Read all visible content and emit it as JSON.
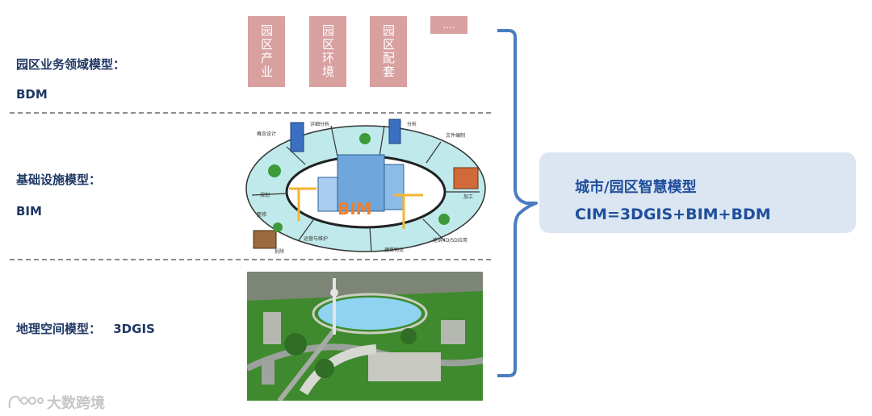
{
  "layers": {
    "bdm": {
      "title": "园区业务领域模型：",
      "abbr": "BDM"
    },
    "bim": {
      "title": "基础设施模型：",
      "abbr": "BIM"
    },
    "gis": {
      "title": "地理空间模型：",
      "abbr": "3DGIS"
    }
  },
  "bdm_boxes": [
    {
      "label": "园区产业"
    },
    {
      "label": "园区环境"
    },
    {
      "label": "园区配套"
    },
    {
      "label": "...."
    }
  ],
  "bim_ring": {
    "center_text": "BIM",
    "segments": [
      "概念设计",
      "详细分析",
      "分析",
      "文件编制",
      "加工",
      "建筑4D/5D应用",
      "建筑物流",
      "运营与维护",
      "拆除",
      "整修",
      "规划"
    ]
  },
  "cim": {
    "title": "城市/园区智慧模型",
    "formula": "CIM=3DGIS+BIM+BDM"
  },
  "watermark": {
    "text": "大数跨境"
  },
  "colors": {
    "label_text": "#1f3864",
    "box_fill": "#d9a0a0",
    "bracket": "#4a7cc0",
    "cim_fill": "#dce6f2",
    "cim_text": "#1f4e9b"
  }
}
